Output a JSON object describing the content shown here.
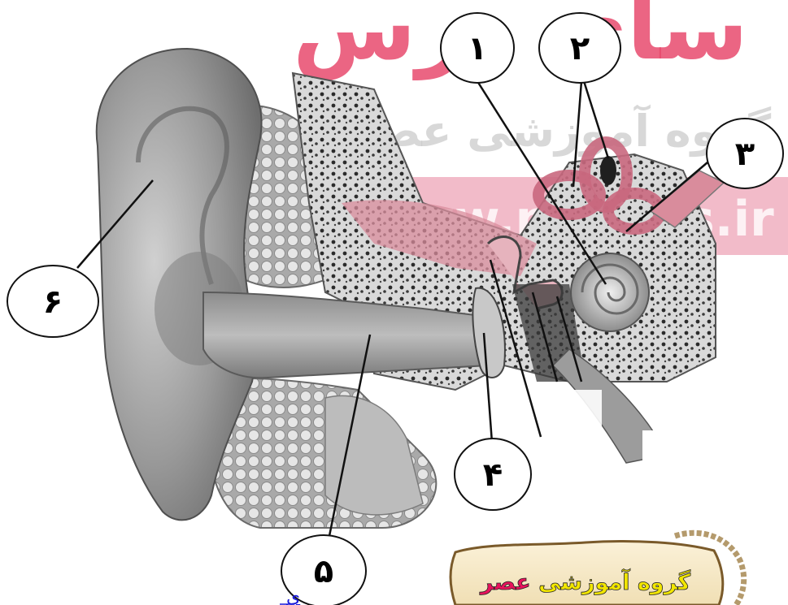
{
  "watermark": {
    "title": "سای درس",
    "subtitle": "گروه آموزشی عصر",
    "url": "www.nasiars.ir"
  },
  "labels": [
    "۱",
    "۲",
    "۳",
    "۴",
    "۵",
    "۶"
  ],
  "badge": {
    "part1": "گروه آموزشی",
    "part2": "عصر",
    "colors": {
      "part1": "#f2e600",
      "part2": "#e8125c"
    }
  },
  "footer_link": "ی"
}
